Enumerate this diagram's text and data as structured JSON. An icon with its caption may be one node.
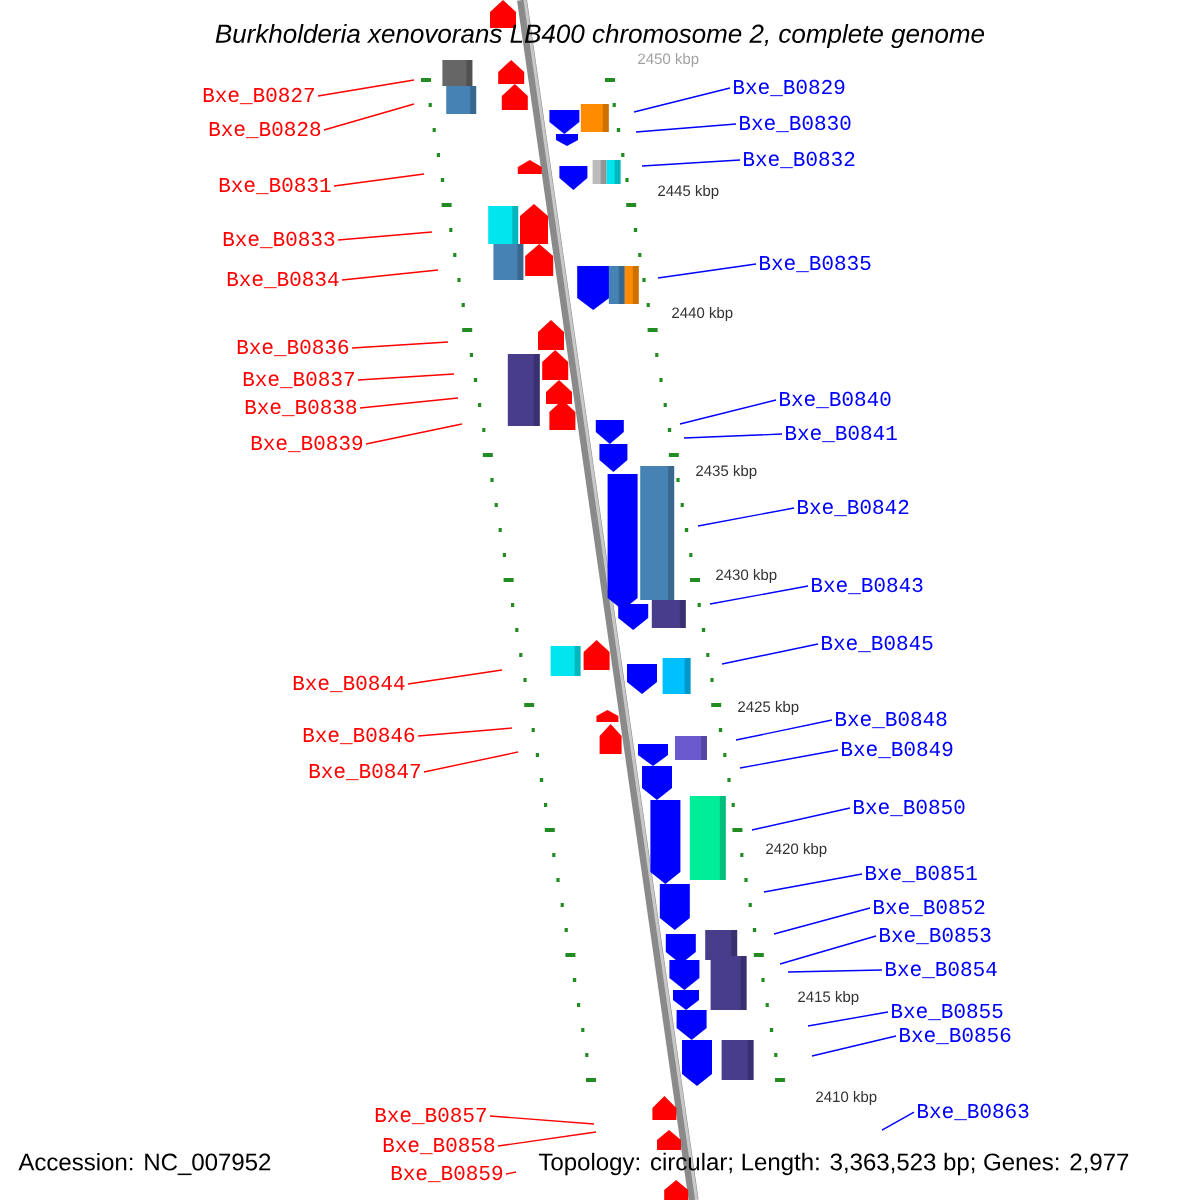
{
  "diagram": {
    "title": "Burkholderia xenovorans LB400 chromosome 2, complete genome",
    "nodes": [
      {
        "text": [
          "Bxe_B0827"
        ]
      },
      {
        "text": [
          "Bxe_B0828"
        ]
      },
      {
        "text": [
          "Bxe_B0829"
        ]
      },
      {
        "text": [
          "Bxe_B0830"
        ]
      },
      {
        "text": [
          "Bxe_B0831"
        ]
      },
      {
        "text": [
          "Bxe_B0832"
        ]
      },
      {
        "text": [
          "Bxe_B0833"
        ]
      },
      {
        "text": [
          "Bxe_B0834"
        ]
      },
      {
        "text": [
          "Bxe_B0835"
        ]
      },
      {
        "text": [
          "Bxe_B0836"
        ]
      },
      {
        "text": [
          "Bxe_B0837"
        ]
      },
      {
        "text": [
          "Bxe_B0838"
        ]
      },
      {
        "text": [
          "Bxe_B0839"
        ]
      },
      {
        "text": [
          "Bxe_B0840"
        ]
      },
      {
        "text": [
          "Bxe_B0841"
        ]
      },
      {
        "text": [
          "Bxe_B0842"
        ]
      },
      {
        "text": [
          "Bxe_B0843"
        ]
      },
      {
        "text": [
          "Bxe_B0844"
        ]
      },
      {
        "text": [
          "Bxe_B0845"
        ]
      },
      {
        "text": [
          "Bxe_B0846"
        ]
      },
      {
        "text": [
          "Bxe_B0847"
        ]
      },
      {
        "text": [
          "Bxe_B0848"
        ]
      },
      {
        "text": [
          "Bxe_B0849"
        ]
      },
      {
        "text": [
          "Bxe_B0850"
        ]
      },
      {
        "text": [
          "Bxe_B0851"
        ]
      },
      {
        "text": [
          "Bxe_B0852"
        ]
      },
      {
        "text": [
          "Bxe_B0853"
        ]
      },
      {
        "text": [
          "Bxe_B0854"
        ]
      },
      {
        "text": [
          "Bxe_B0855"
        ]
      },
      {
        "text": [
          "Bxe_B0856"
        ]
      },
      {
        "text": [
          "Bxe_B0857"
        ]
      },
      {
        "text": [
          "Bxe_B0858"
        ]
      },
      {
        "text": [
          "Bxe_B0859"
        ]
      },
      {
        "text": [
          "Bxe_B0863"
        ]
      }
    ],
    "edges": [
      {
        "from": 0,
        "to": null,
        "arrow": "none",
        "color": "#ff0000"
      },
      {
        "from": 1,
        "to": null,
        "arrow": "none",
        "color": "#ff0000"
      },
      {
        "from": 2,
        "to": null,
        "arrow": "none"
      },
      {
        "from": 3,
        "to": null,
        "arrow": "none"
      },
      {
        "from": 4,
        "to": null,
        "arrow": "none",
        "color": "#ff0000"
      },
      {
        "from": 5,
        "to": null,
        "arrow": "none"
      },
      {
        "from": 6,
        "to": null,
        "arrow": "none",
        "color": "#ff0000"
      },
      {
        "from": 7,
        "to": null,
        "arrow": "none",
        "color": "#ff0000"
      },
      {
        "from": 8,
        "to": null,
        "arrow": "none"
      },
      {
        "from": 9,
        "to": null,
        "arrow": "none",
        "color": "#ff0000"
      },
      {
        "from": 10,
        "to": null,
        "arrow": "none",
        "color": "#ff0000"
      },
      {
        "from": 11,
        "to": null,
        "arrow": "none",
        "color": "#ff0000"
      },
      {
        "from": 12,
        "to": null,
        "arrow": "none",
        "color": "#ff0000"
      },
      {
        "from": 13,
        "to": null,
        "arrow": "none"
      },
      {
        "from": 14,
        "to": null,
        "arrow": "none"
      },
      {
        "from": 15,
        "to": null,
        "arrow": "none"
      },
      {
        "from": 16,
        "to": null,
        "arrow": "none"
      },
      {
        "from": 17,
        "to": null,
        "arrow": "none",
        "color": "#ff0000"
      },
      {
        "from": 18,
        "to": null,
        "arrow": "none"
      },
      {
        "from": 19,
        "to": null,
        "arrow": "none",
        "color": "#ff0000"
      },
      {
        "from": 20,
        "to": null,
        "arrow": "none",
        "color": "#ff0000"
      },
      {
        "from": 21,
        "to": null,
        "arrow": "none"
      },
      {
        "from": 22,
        "to": null,
        "arrow": "none"
      },
      {
        "from": 23,
        "to": null,
        "arrow": "none"
      },
      {
        "from": 24,
        "to": null,
        "arrow": "none"
      },
      {
        "from": 25,
        "to": null,
        "arrow": "none"
      },
      {
        "from": 26,
        "to": null,
        "arrow": "none"
      },
      {
        "from": 27,
        "to": null,
        "arrow": "none"
      },
      {
        "from": 28,
        "to": null,
        "arrow": "none"
      },
      {
        "from": 29,
        "to": null,
        "arrow": "none"
      },
      {
        "from": 30,
        "to": null,
        "arrow": "none",
        "color": "#ff0000"
      },
      {
        "from": 31,
        "to": null,
        "arrow": "none",
        "color": "#ff0000"
      },
      {
        "from": 32,
        "to": null,
        "arrow": "none",
        "color": "#ff0000"
      },
      {
        "from": 33,
        "to": null,
        "arrow": "none"
      }
    ],
    "labels": [
      "2450 kbp",
      "2445 kbp",
      "2440 kbp",
      "2435 kbp",
      "2430 kbp",
      "2425 kbp",
      "2420 kbp",
      "2415 kbp",
      "2410 kbp",
      "Accession: NC_007952",
      "Topology: circular; Length: 3,363,523 bp; Genes: 2,977"
    ]
  }
}
